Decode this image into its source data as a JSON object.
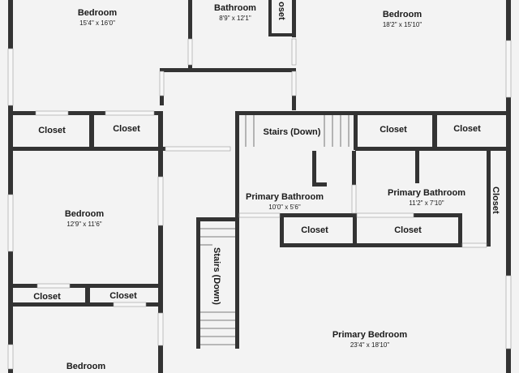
{
  "colors": {
    "wall": "#333333",
    "floor": "#f3f3f3",
    "text": "#1a1a1a"
  },
  "rooms": [
    {
      "id": "bedroom-top-left",
      "name": "Bedroom",
      "dims": "15'4\" x 16'0\""
    },
    {
      "id": "bathroom-top",
      "name": "Bathroom",
      "dims": "8'9\" x 12'1\""
    },
    {
      "id": "bedroom-top-right",
      "name": "Bedroom",
      "dims": "18'2\" x 15'10\""
    },
    {
      "id": "bedroom-mid-left",
      "name": "Bedroom",
      "dims": "12'9\" x 11'6\""
    },
    {
      "id": "primary-bath-left",
      "name": "Primary Bathroom",
      "dims": "10'0\" x 5'6\""
    },
    {
      "id": "primary-bath-right",
      "name": "Primary Bathroom",
      "dims": "11'2\" x 7'10\""
    },
    {
      "id": "primary-bedroom",
      "name": "Primary Bedroom",
      "dims": "23'4\" x 18'10\""
    },
    {
      "id": "bedroom-bottom-left",
      "name": "Bedroom",
      "dims": ""
    }
  ],
  "closets": {
    "top_cut": "oset",
    "left_1": "Closet",
    "left_2": "Closet",
    "right_1": "Closet",
    "right_2": "Closet",
    "right_vertical": "Closet",
    "bath_1": "Closet",
    "bath_2": "Closet",
    "lower_left_1": "Closet",
    "lower_left_2": "Closet"
  },
  "stairs": {
    "top": "Stairs (Down)",
    "vertical": "Stairs (Down)"
  }
}
